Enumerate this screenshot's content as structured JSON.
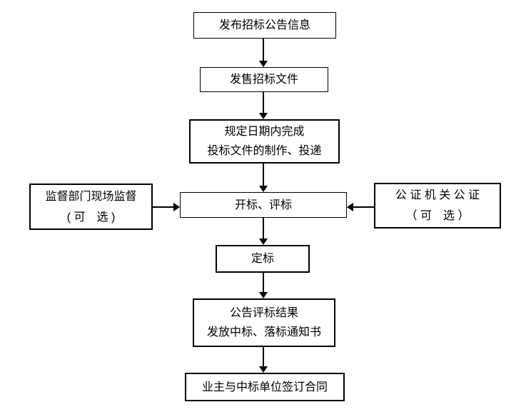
{
  "colors": {
    "bg": "#ffffff",
    "line": "#000000",
    "text": "#000000",
    "border": "#000000"
  },
  "nodes": {
    "publish": {
      "line1": "发布招标公告信息"
    },
    "sell": {
      "line1": "发售招标文件"
    },
    "prepare": {
      "line1": "规定日期内完成",
      "line2": "投标文件的制作、投递"
    },
    "supervise": {
      "line1": "监督部门现场监督",
      "line2": "( 可　选 )"
    },
    "open_eval": {
      "line1": "开标、评标"
    },
    "notarize": {
      "line1": "公 证 机 关 公 证",
      "line2": "（ 可　选 ）"
    },
    "decide": {
      "line1": "定标"
    },
    "announce": {
      "line1": "公告评标结果",
      "line2": "发放中标、落标通知书"
    },
    "contract": {
      "line1": "业主与中标单位签订合同"
    }
  }
}
